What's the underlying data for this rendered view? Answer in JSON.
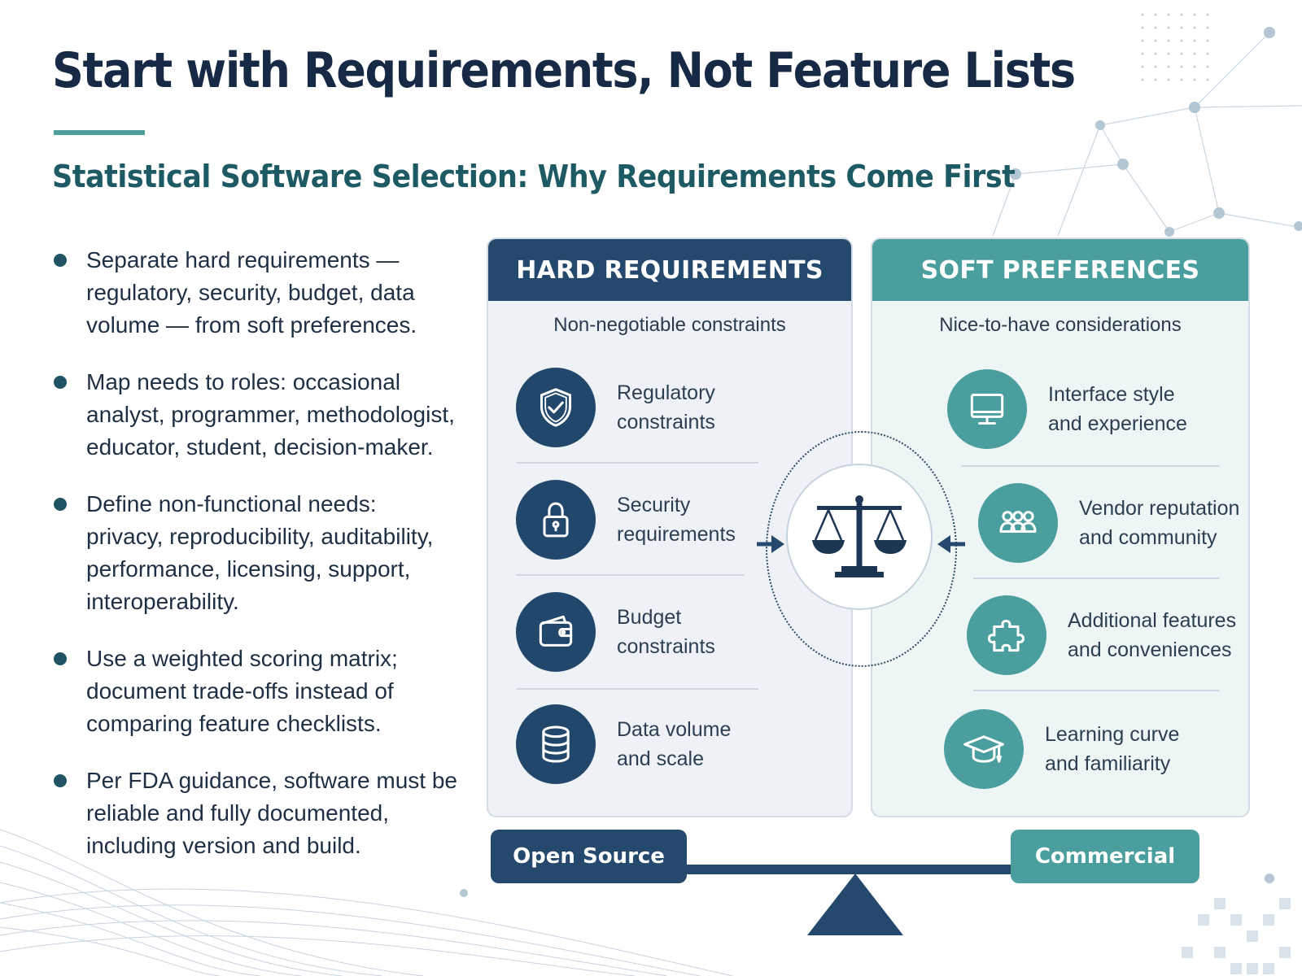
{
  "title": "Start with Requirements, Not Feature Lists",
  "subtitle": "Statistical Software Selection: Why Requirements Come First",
  "bullets": [
    {
      "text": "Separate hard requirements — regulatory, security, budget, data volume — from soft preferences."
    },
    {
      "text": "Map needs to roles: occasional analyst, programmer, methodologist, educator, student, decision-maker."
    },
    {
      "text": "Define non-functional needs: privacy, reproducibility, auditability, performance, licensing, support, interoperability."
    },
    {
      "text": "Use a weighted scoring matrix; document trade-offs instead of comparing feature checklists."
    },
    {
      "text": "Per FDA guidance, software must be reliable and fully documented, including version and build."
    }
  ],
  "hard": {
    "heading": "HARD REQUIREMENTS",
    "subheading": "Non-negotiable constraints",
    "items": [
      {
        "label": "Regulatory\nconstraints",
        "icon": "shield-check-icon"
      },
      {
        "label": "Security\nrequirements",
        "icon": "lock-icon"
      },
      {
        "label": "Budget\nconstraints",
        "icon": "wallet-icon"
      },
      {
        "label": "Data volume\nand scale",
        "icon": "database-icon"
      }
    ]
  },
  "soft": {
    "heading": "SOFT PREFERENCES",
    "subheading": "Nice-to-have considerations",
    "items": [
      {
        "label": "Interface style\nand experience",
        "icon": "monitor-icon"
      },
      {
        "label": "Vendor reputation\nand community",
        "icon": "users-icon"
      },
      {
        "label": "Additional features\nand conveniences",
        "icon": "puzzle-icon"
      },
      {
        "label": "Learning curve\nand familiarity",
        "icon": "graduation-cap-icon"
      }
    ]
  },
  "balance": {
    "icon": "scales-icon",
    "left_label": "Open Source",
    "right_label": "Commercial"
  },
  "colors": {
    "navy": "#24496d",
    "teal": "#4a9f9e",
    "title": "#172a45",
    "subtitle": "#1d5a63"
  }
}
